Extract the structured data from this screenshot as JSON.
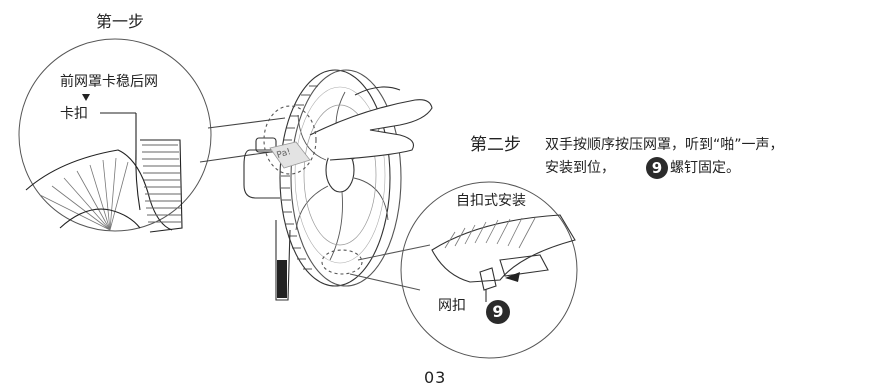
{
  "step1": {
    "title": "第一步",
    "front_callout": "前网罩卡稳后网",
    "clip_callout": "卡扣"
  },
  "step2": {
    "title": "第二步",
    "line1": "双手按顺序按压网罩，听到“啪”一声，",
    "line2_before": "安装到位，",
    "badge": "9",
    "line2_after": "螺钉固定。"
  },
  "detail": {
    "title": "自扣式安装",
    "clip_label": "网扣",
    "badge": "9"
  },
  "label_pa": "Pa!",
  "page_number": "03"
}
